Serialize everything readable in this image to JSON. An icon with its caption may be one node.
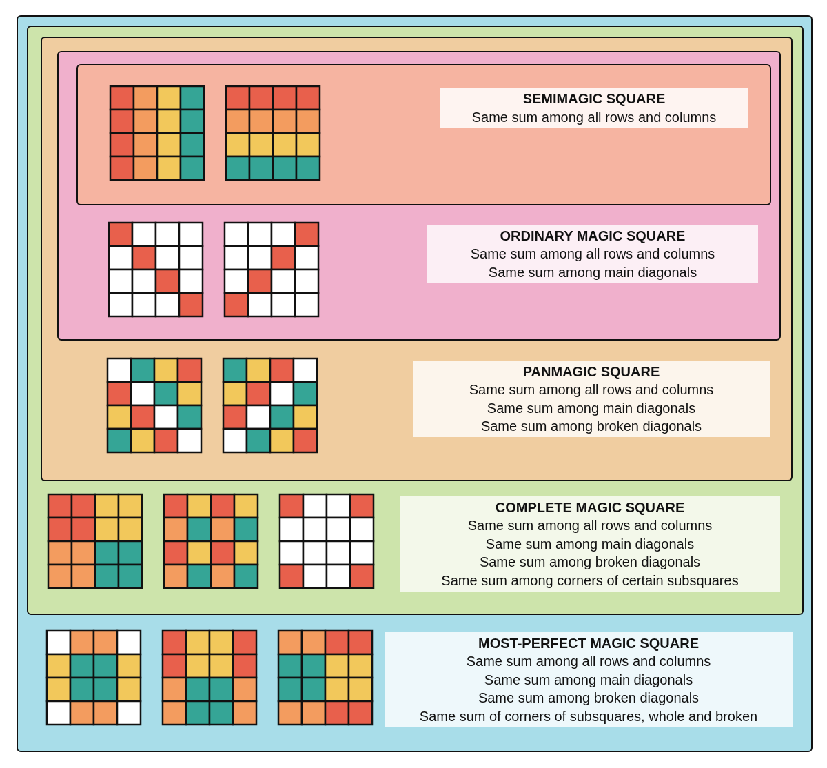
{
  "diagram": {
    "nodes": [
      {
        "text": [],
        "shape": "box"
      },
      {
        "text": [],
        "shape": "box",
        "in": 0
      },
      {
        "text": [],
        "shape": "box",
        "in": 1
      },
      {
        "text": [],
        "shape": "box",
        "in": 2
      },
      {
        "text": [],
        "shape": "box",
        "in": 3
      },
      {
        "text": [
          "SEMIMAGIC SQUARE",
          "Same sum among all rows and columns"
        ],
        "in": 4
      },
      {
        "text": [
          "ORDINARY MAGIC SQUARE",
          "Same sum among all rows and columns",
          "Same sum among main diagonals"
        ],
        "in": 3
      },
      {
        "text": [
          "PANMAGIC SQUARE",
          "Same sum among all rows and columns",
          "Same sum among main diagonals",
          "Same sum among broken diagonals"
        ],
        "in": 2
      },
      {
        "text": [
          "COMPLETE MAGIC SQUARE",
          "Same sum among all rows and columns",
          "Same sum among main diagonals",
          "Same sum among broken diagonals",
          "Same sum among corners of certain subsquares"
        ],
        "in": 1
      },
      {
        "text": [
          "MOST-PERFECT MAGIC SQUARE",
          "Same sum among all rows and columns",
          "Same sum among main diagonals",
          "Same sum among broken diagonals",
          "Same sum of corners of subsquares, whole and broken"
        ],
        "in": 0
      }
    ]
  }
}
